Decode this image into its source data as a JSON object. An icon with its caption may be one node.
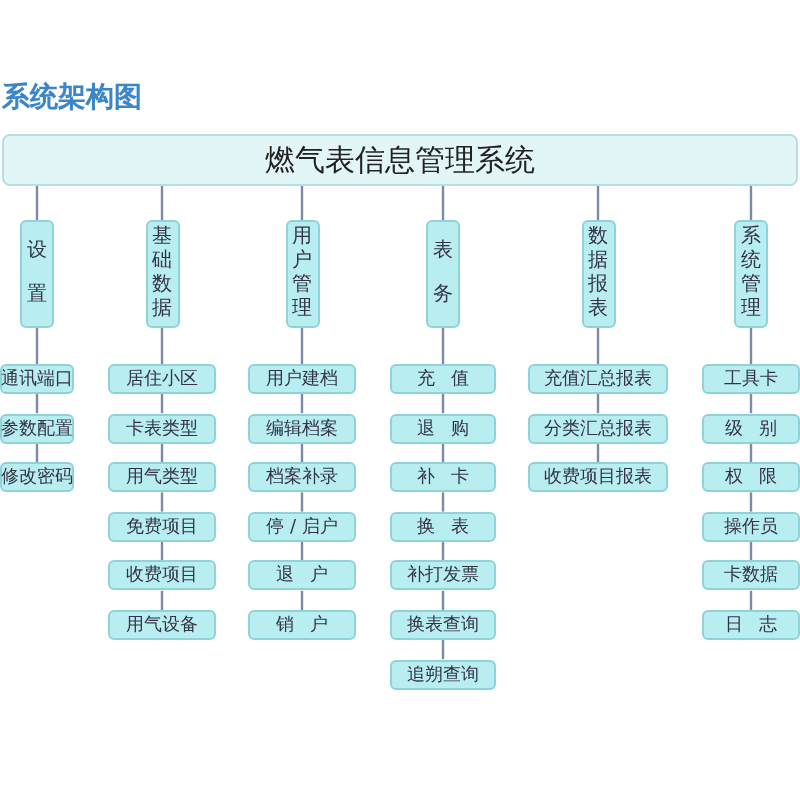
{
  "diagram": {
    "title": "系统架构图",
    "nodes": [
      {
        "text": [
          "燃气表信息管理系统"
        ]
      },
      {
        "text": [
          "设置"
        ]
      },
      {
        "text": [
          "通讯端口"
        ]
      },
      {
        "text": [
          "参数配置"
        ]
      },
      {
        "text": [
          "修改密码"
        ]
      },
      {
        "text": [
          "基础数据"
        ]
      },
      {
        "text": [
          "居住小区"
        ]
      },
      {
        "text": [
          "卡表类型"
        ]
      },
      {
        "text": [
          "用气类型"
        ]
      },
      {
        "text": [
          "免费项目"
        ]
      },
      {
        "text": [
          "收费项目"
        ]
      },
      {
        "text": [
          "用气设备"
        ]
      },
      {
        "text": [
          "用户管理"
        ]
      },
      {
        "text": [
          "用户建档"
        ]
      },
      {
        "text": [
          "编辑档案"
        ]
      },
      {
        "text": [
          "档案补录"
        ]
      },
      {
        "text": [
          "停 / 启户"
        ]
      },
      {
        "text": [
          "退户"
        ]
      },
      {
        "text": [
          "销户"
        ]
      },
      {
        "text": [
          "表务"
        ]
      },
      {
        "text": [
          "充值"
        ]
      },
      {
        "text": [
          "退购"
        ]
      },
      {
        "text": [
          "补卡"
        ]
      },
      {
        "text": [
          "换表"
        ]
      },
      {
        "text": [
          "补打发票"
        ]
      },
      {
        "text": [
          "换表查询"
        ]
      },
      {
        "text": [
          "追朔查询"
        ]
      },
      {
        "text": [
          "数据报表"
        ]
      },
      {
        "text": [
          "充值汇总报表"
        ]
      },
      {
        "text": [
          "分类汇总报表"
        ]
      },
      {
        "text": [
          "收费项目报表"
        ]
      },
      {
        "text": [
          "系统管理"
        ]
      },
      {
        "text": [
          "工具卡"
        ]
      },
      {
        "text": [
          "级别"
        ]
      },
      {
        "text": [
          "权限"
        ]
      },
      {
        "text": [
          "操作员"
        ]
      },
      {
        "text": [
          "卡数据"
        ]
      },
      {
        "text": [
          "日志"
        ]
      }
    ],
    "edges": [
      {
        "from": 0,
        "to": 1,
        "arrow": "none"
      },
      {
        "from": 1,
        "to": 2,
        "arrow": "none"
      },
      {
        "from": 2,
        "to": 3,
        "arrow": "none"
      },
      {
        "from": 3,
        "to": 4,
        "arrow": "none"
      },
      {
        "from": 0,
        "to": 5,
        "arrow": "none"
      },
      {
        "from": 5,
        "to": 6,
        "arrow": "none"
      },
      {
        "from": 6,
        "to": 7,
        "arrow": "none"
      },
      {
        "from": 7,
        "to": 8,
        "arrow": "none"
      },
      {
        "from": 8,
        "to": 9,
        "arrow": "none"
      },
      {
        "from": 9,
        "to": 10,
        "arrow": "none"
      },
      {
        "from": 10,
        "to": 11,
        "arrow": "none"
      },
      {
        "from": 0,
        "to": 12,
        "arrow": "none"
      },
      {
        "from": 12,
        "to": 13,
        "arrow": "none"
      },
      {
        "from": 13,
        "to": 14,
        "arrow": "none"
      },
      {
        "from": 14,
        "to": 15,
        "arrow": "none"
      },
      {
        "from": 15,
        "to": 16,
        "arrow": "none"
      },
      {
        "from": 16,
        "to": 17,
        "arrow": "none"
      },
      {
        "from": 17,
        "to": 18,
        "arrow": "none"
      },
      {
        "from": 0,
        "to": 19,
        "arrow": "none"
      },
      {
        "from": 19,
        "to": 20,
        "arrow": "none"
      },
      {
        "from": 20,
        "to": 21,
        "arrow": "none"
      },
      {
        "from": 21,
        "to": 22,
        "arrow": "none"
      },
      {
        "from": 22,
        "to": 23,
        "arrow": "none"
      },
      {
        "from": 23,
        "to": 24,
        "arrow": "none"
      },
      {
        "from": 24,
        "to": 25,
        "arrow": "none"
      },
      {
        "from": 25,
        "to": 26,
        "arrow": "none"
      },
      {
        "from": 0,
        "to": 27,
        "arrow": "none"
      },
      {
        "from": 27,
        "to": 28,
        "arrow": "none"
      },
      {
        "from": 28,
        "to": 29,
        "arrow": "none"
      },
      {
        "from": 29,
        "to": 30,
        "arrow": "none"
      },
      {
        "from": 0,
        "to": 31,
        "arrow": "none"
      },
      {
        "from": 31,
        "to": 32,
        "arrow": "none"
      },
      {
        "from": 32,
        "to": 33,
        "arrow": "none"
      },
      {
        "from": 33,
        "to": 34,
        "arrow": "none"
      },
      {
        "from": 34,
        "to": 35,
        "arrow": "none"
      },
      {
        "from": 35,
        "to": 36,
        "arrow": "none"
      },
      {
        "from": 36,
        "to": 37,
        "arrow": "none"
      }
    ]
  }
}
